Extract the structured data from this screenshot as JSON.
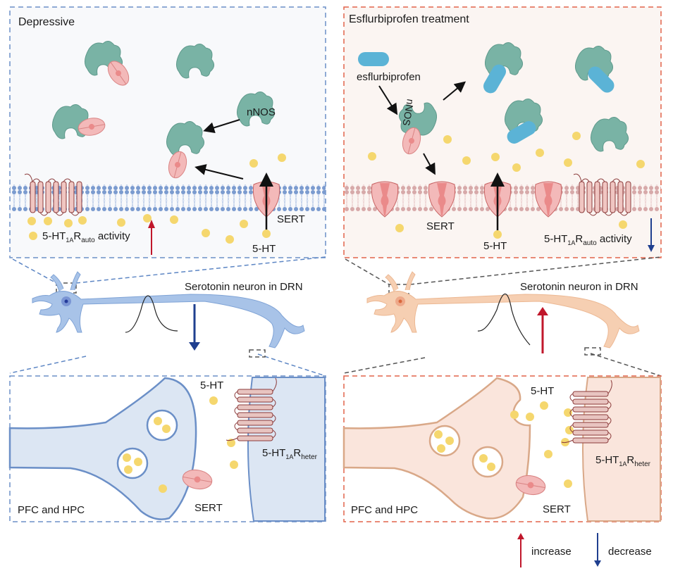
{
  "panels": {
    "left_top": {
      "title": "Depressive",
      "nnos_label": "nNOS",
      "sert_label": "SERT",
      "ht_label": "5-HT",
      "receptor_label": {
        "base": "5-HT",
        "sub": "1A",
        "R": "R",
        "sub2": "auto",
        "suffix": " activity"
      },
      "activity_change": "increase"
    },
    "right_top": {
      "title": "Esflurbiprofen treatment",
      "drug_label": "esflurbiprofen",
      "nnos_label": "nNOS",
      "sert_label": "SERT",
      "ht_label": "5-HT",
      "receptor_label": {
        "base": "5-HT",
        "sub": "1A",
        "R": "R",
        "sub2": "auto",
        "suffix": " activity"
      },
      "activity_change": "decrease"
    },
    "left_mid": {
      "neuron_label": "Serotonin neuron in DRN",
      "firing_change": "decrease"
    },
    "right_mid": {
      "neuron_label": "Serotonin neuron in DRN",
      "firing_change": "increase"
    },
    "left_bottom": {
      "region_label": "PFC and HPC",
      "ht_label": "5-HT",
      "sert_label": "SERT",
      "receptor_label": {
        "base": "5-HT",
        "sub": "1A",
        "R": "R",
        "sub2": "heter"
      }
    },
    "right_bottom": {
      "region_label": "PFC and HPC",
      "ht_label": "5-HT",
      "sert_label": "SERT",
      "receptor_label": {
        "base": "5-HT",
        "sub": "1A",
        "R": "R",
        "sub2": "heter"
      }
    }
  },
  "legend": {
    "increase": "increase",
    "decrease": "decrease"
  },
  "colors": {
    "blue_border": "#6b8fc7",
    "red_border": "#e2634a",
    "nnos": "#79b3a5",
    "sert": "#f2b3b3",
    "serotonin": "#f5d76e",
    "drug": "#5bb3d6",
    "increase_arrow": "#c0172b",
    "decrease_arrow": "#1f3f8f"
  }
}
